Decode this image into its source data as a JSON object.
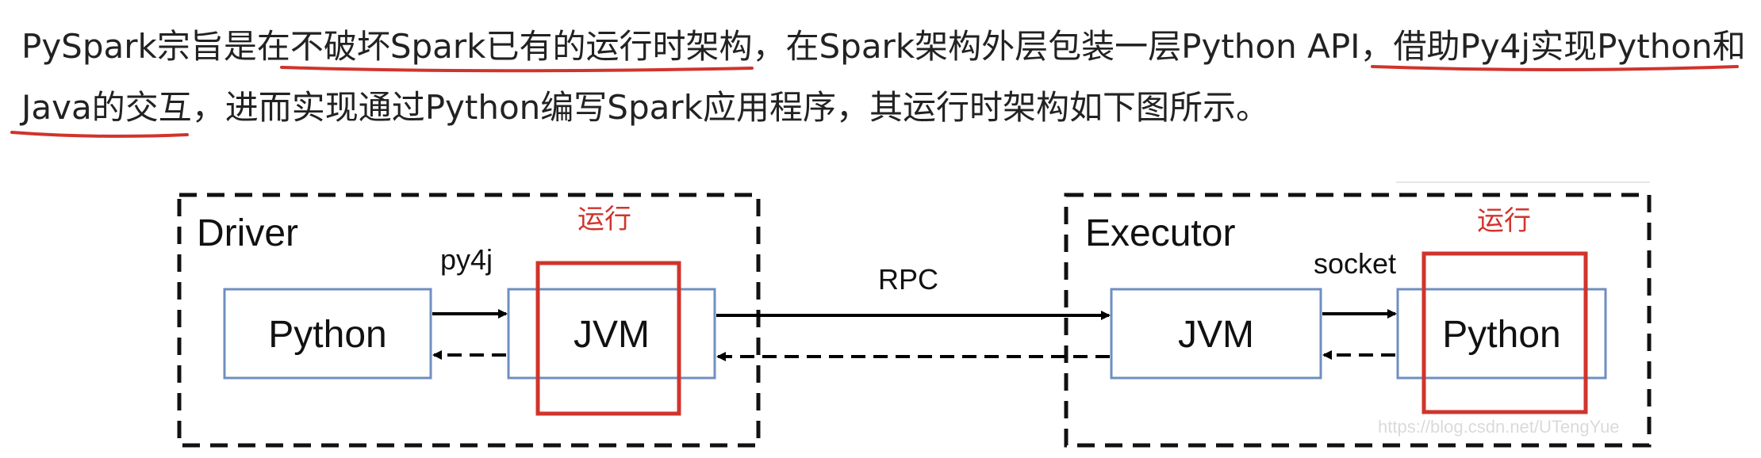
{
  "paragraph": {
    "line1": {
      "before_u1": "PySpark宗旨是在",
      "underline1": "不破坏Spark已有的运行时架构",
      "middle": "，在Spark架构外层包装一层Python API，",
      "underline2": "借助Py4j实现Python和"
    },
    "line2": {
      "underline3": "Java的交互",
      "rest": "，进而实现通过Python编写Spark应用程序，其运行时架构如下图所示。"
    }
  },
  "diagram": {
    "driver": {
      "label": "Driver",
      "python_box": "Python",
      "jvm_box": "JVM",
      "channel_label": "py4j",
      "highlight_label": "运行"
    },
    "executor": {
      "label": "Executor",
      "jvm_box": "JVM",
      "python_box": "Python",
      "channel_label": "socket",
      "highlight_label": "运行"
    },
    "link_label": "RPC",
    "watermark": "https://blog.csdn.net/UTengYue"
  },
  "colors": {
    "annotation_red": "#d0342c",
    "box_blue": "#6f8fc0",
    "text": "#222222"
  }
}
